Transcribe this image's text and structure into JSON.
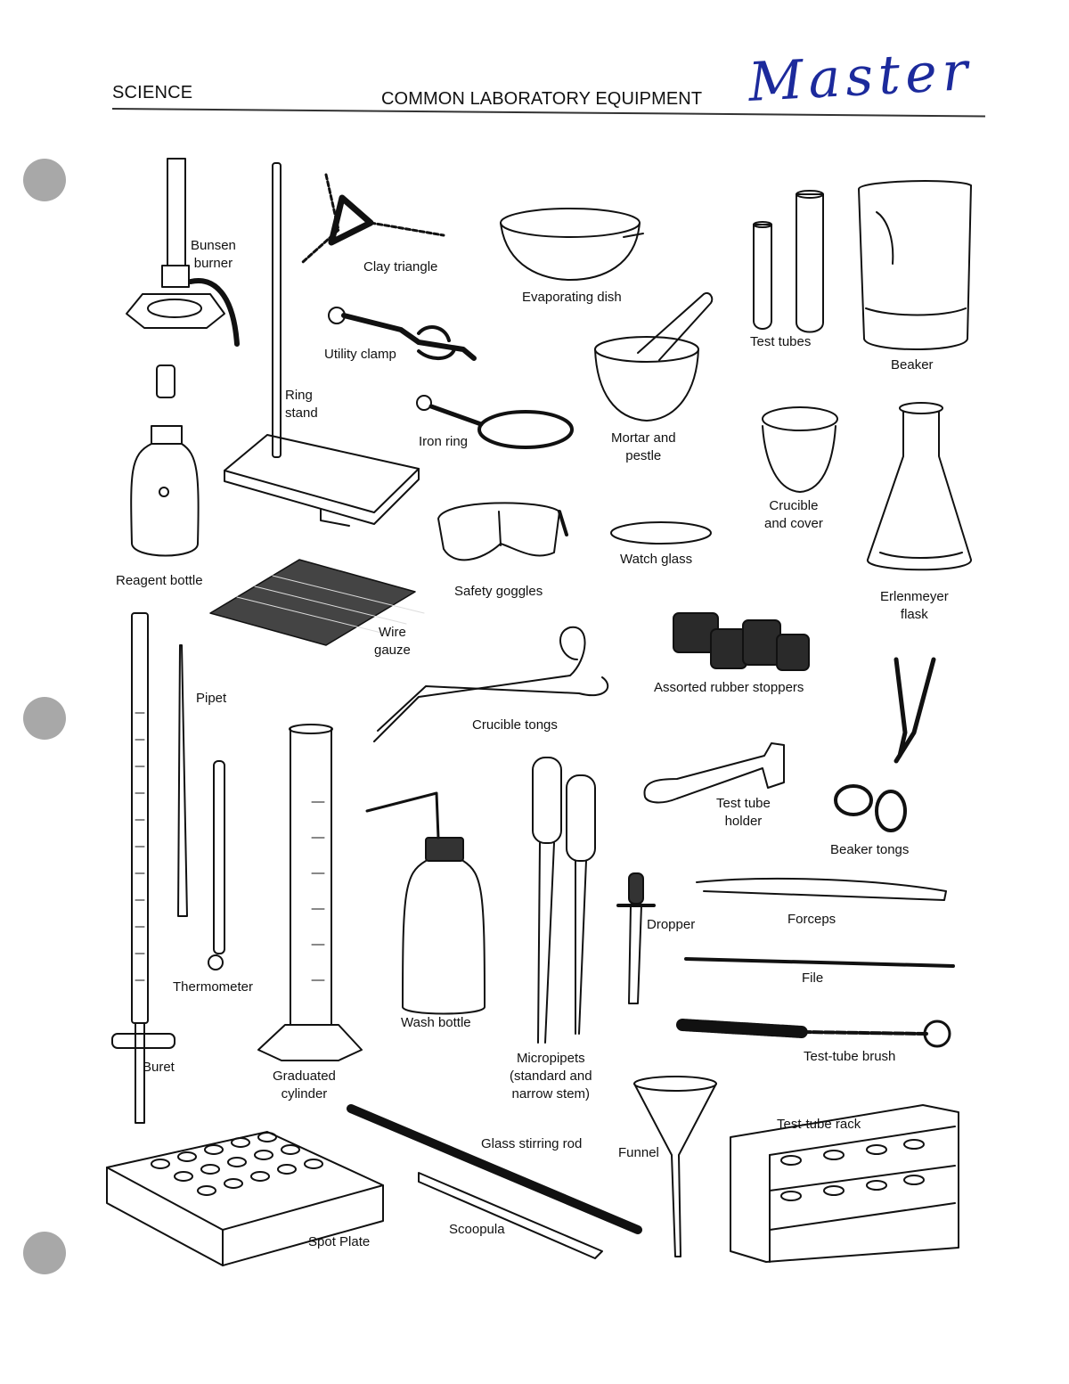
{
  "header": {
    "subject": "SCIENCE",
    "title": "COMMON LABORATORY EQUIPMENT",
    "handwritten_note": "Master"
  },
  "equipment": {
    "bunsen_burner": "Bunsen\nburner",
    "clay_triangle": "Clay triangle",
    "evaporating_dish": "Evaporating dish",
    "test_tubes": "Test tubes",
    "beaker": "Beaker",
    "utility_clamp": "Utility clamp",
    "ring_stand": "Ring\nstand",
    "iron_ring": "Iron ring",
    "mortar_and_pestle": "Mortar and\npestle",
    "crucible_and_cover": "Crucible\nand cover",
    "reagent_bottle": "Reagent bottle",
    "safety_goggles": "Safety goggles",
    "watch_glass": "Watch glass",
    "erlenmeyer_flask": "Erlenmeyer\nflask",
    "wire_gauze": "Wire\ngauze",
    "pipet": "Pipet",
    "assorted_rubber_stoppers": "Assorted rubber stoppers",
    "crucible_tongs": "Crucible tongs",
    "test_tube_holder": "Test tube\nholder",
    "beaker_tongs": "Beaker tongs",
    "thermometer": "Thermometer",
    "dropper": "Dropper",
    "forceps": "Forceps",
    "file": "File",
    "wash_bottle": "Wash bottle",
    "test_tube_brush": "Test-tube brush",
    "buret": "Buret",
    "graduated_cylinder": "Graduated\ncylinder",
    "micropipets": "Micropipets\n(standard and\nnarrow stem)",
    "glass_stirring_rod": "Glass stirring rod",
    "funnel": "Funnel",
    "test_tube_rack": "Test-tube rack",
    "scoopula": "Scoopula",
    "spot_plate": "Spot Plate"
  },
  "colors": {
    "ink": "#111111",
    "handwriting": "#1c2a9c",
    "punch_hole": "#a8a8a8"
  }
}
